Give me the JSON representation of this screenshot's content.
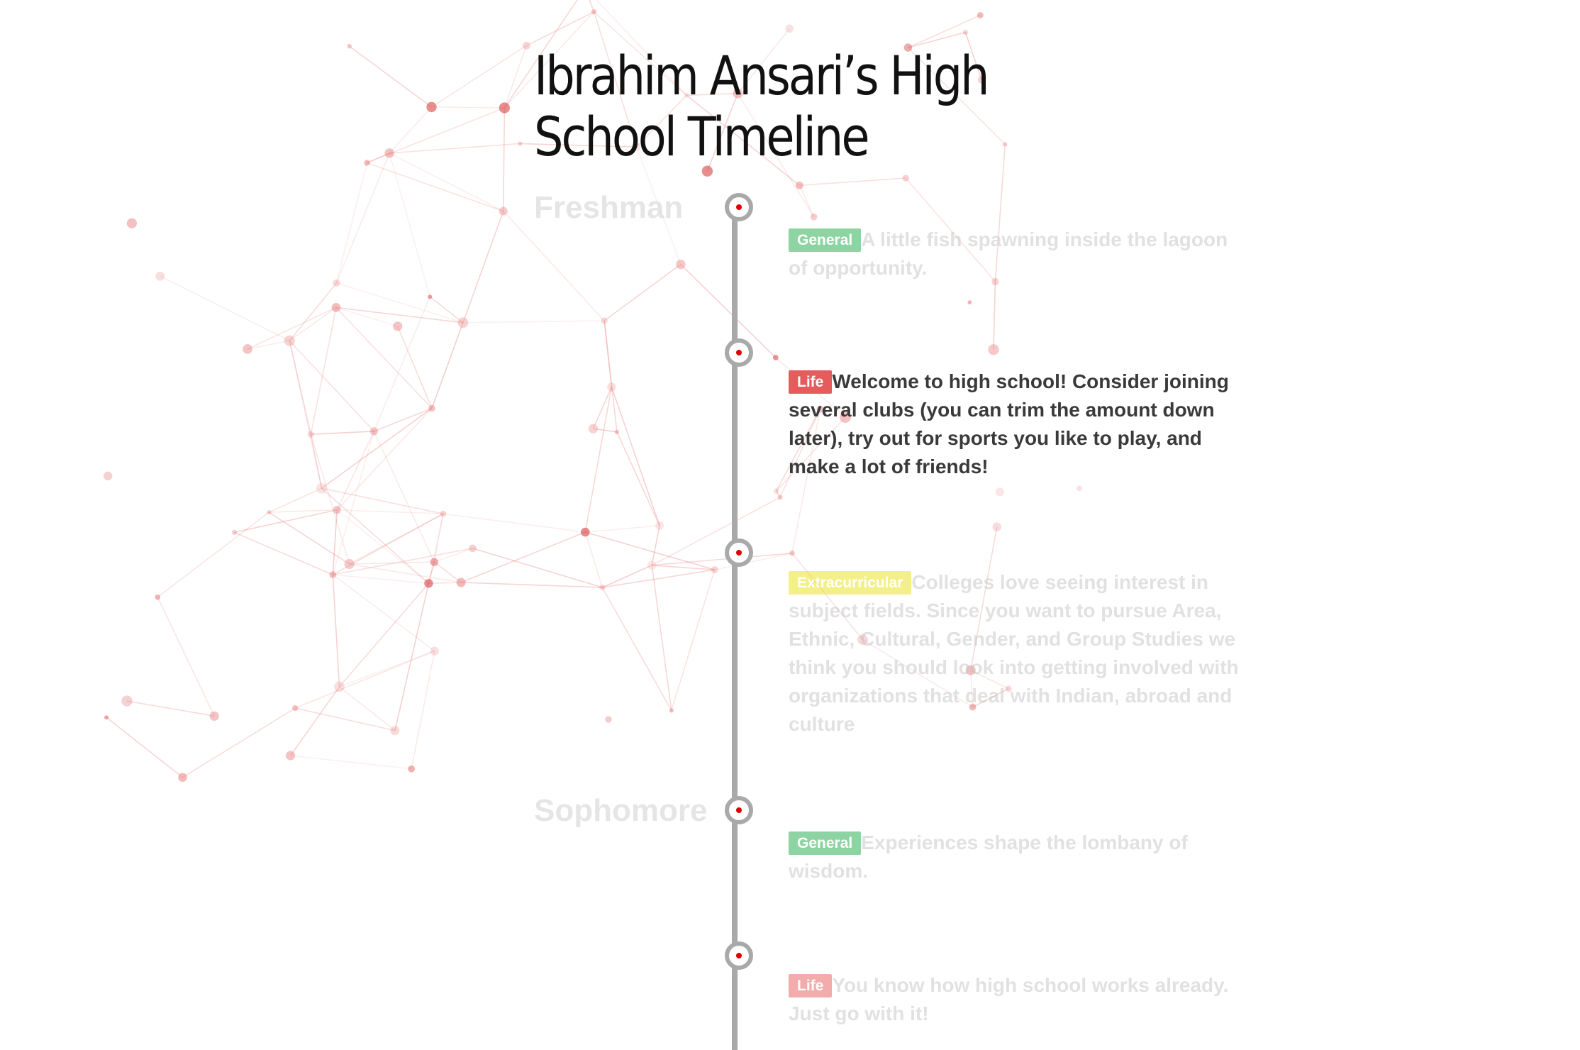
{
  "title": {
    "line1": "Ibrahim Ansari’s High",
    "line2": "School Timeline"
  },
  "years": [
    {
      "label": "Freshman"
    },
    {
      "label": "Sophomore"
    }
  ],
  "entries": [
    {
      "tag": "General",
      "text": "A little fish spawning inside the lagoon of opportunity.",
      "active": false
    },
    {
      "tag": "Life",
      "text": "Welcome to high school! Consider joining several clubs (you can trim the amount down later), try out for sports you like to play, and make a lot of friends!",
      "active": true
    },
    {
      "tag": "Extracurricular",
      "text": "Colleges love seeing interest in subject fields. Since you want to pursue Area, Ethnic, Cultural, Gender, and Group Studies we think you should look into getting involved with organizations that deal with Indian, abroad and culture",
      "active": false
    },
    {
      "tag": "General",
      "text": "Experiences shape the lombany of wisdom.",
      "active": false
    },
    {
      "tag": "Life",
      "text": "You know how high school works already. Just go with it!",
      "active": false
    }
  ],
  "colors": {
    "general": "#1faa4a",
    "life": "#e65b5b",
    "extracurricular": "#e8e015",
    "node_dot": "#e00000",
    "line": "#a9a9a9",
    "network": "#e98a8a"
  }
}
